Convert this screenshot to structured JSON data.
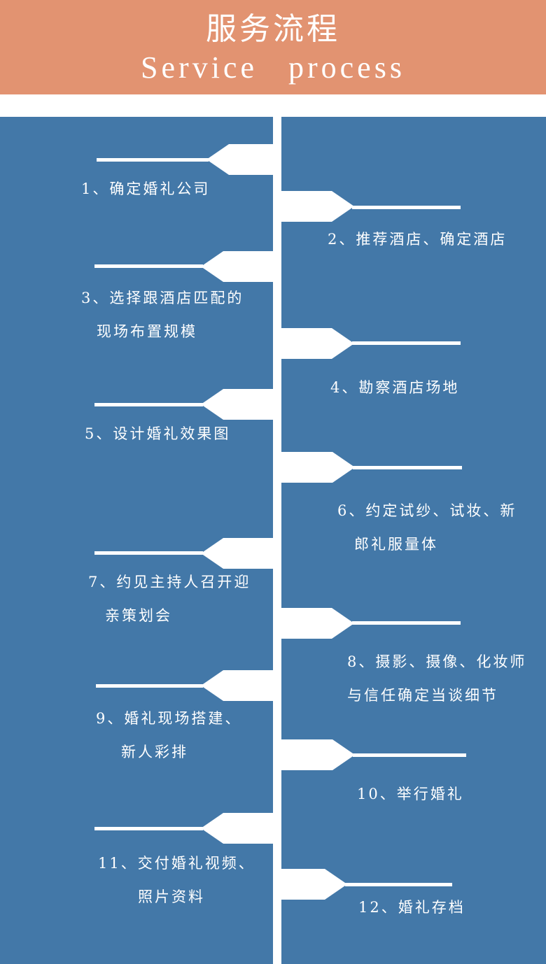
{
  "header": {
    "title_cn": "服务流程",
    "title_en": "Service process"
  },
  "colors": {
    "header_bg": "#e29371",
    "panel_bg": "#4378a8",
    "connector": "#ffffff",
    "text": "#ffffff"
  },
  "steps": [
    {
      "lines": [
        "1、确定婚礼公司"
      ]
    },
    {
      "lines": [
        "2、推荐酒店、确定酒店"
      ]
    },
    {
      "lines": [
        "3、选择跟酒店匹配的",
        "现场布置规模"
      ]
    },
    {
      "lines": [
        "4、勘察酒店场地"
      ]
    },
    {
      "lines": [
        "5、设计婚礼效果图"
      ]
    },
    {
      "lines": [
        "6、约定试纱、试妆、新",
        "郎礼服量体"
      ]
    },
    {
      "lines": [
        "7、约见主持人召开迎",
        "亲策划会"
      ]
    },
    {
      "lines": [
        "8、摄影、摄像、化妆师",
        "与信任确定当谈细节"
      ]
    },
    {
      "lines": [
        "9、婚礼现场搭建、",
        "新人彩排"
      ]
    },
    {
      "lines": [
        "10、举行婚礼"
      ]
    },
    {
      "lines": [
        "11、交付婚礼视频、",
        "照片资料"
      ]
    },
    {
      "lines": [
        "12、婚礼存档"
      ]
    }
  ]
}
